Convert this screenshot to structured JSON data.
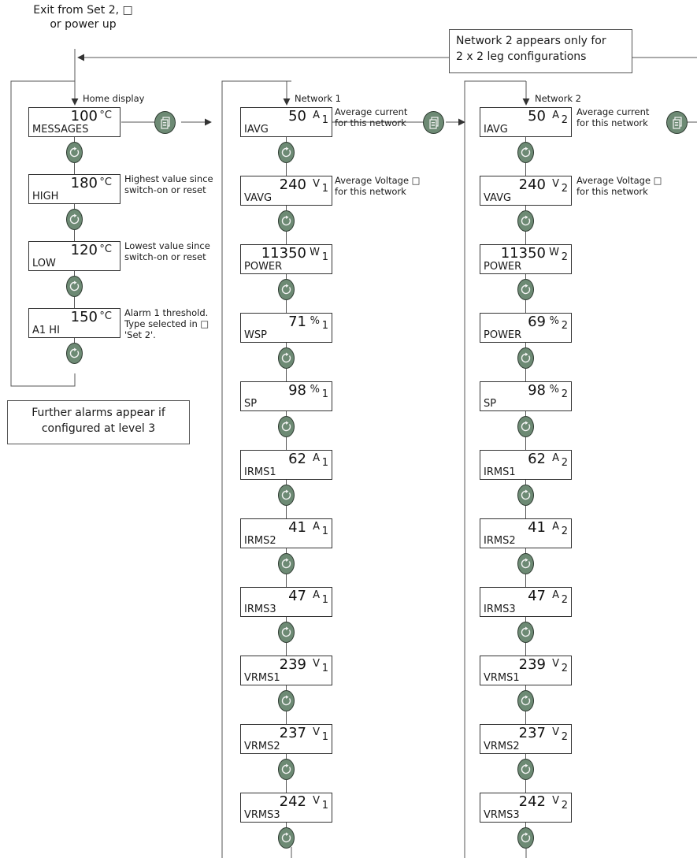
{
  "entry_note": [
    "Exit from Set 2, □",
    "or power up"
  ],
  "network2_note": [
    "Network 2 appears only for",
    "2 x 2 leg configurations"
  ],
  "alarms_note": [
    "Further alarms appear if",
    "configured at level 3"
  ],
  "columns": [
    {
      "header": "Home display",
      "displays": [
        {
          "value": "100",
          "unit": "°C",
          "sub": "",
          "name": "MESSAGES"
        },
        {
          "value": "180",
          "unit": "°C",
          "sub": "",
          "name": "HIGH"
        },
        {
          "value": "120",
          "unit": "°C",
          "sub": "",
          "name": "LOW"
        },
        {
          "value": "150",
          "unit": "°C",
          "sub": "",
          "name": "A1 HI"
        }
      ],
      "descriptions": [
        [],
        [
          "Highest value since",
          "switch-on or reset"
        ],
        [
          "Lowest value since",
          "switch-on or reset"
        ],
        [
          "Alarm 1 threshold.",
          "Type selected in □",
          "'Set 2'."
        ]
      ]
    },
    {
      "header": "Network 1",
      "displays": [
        {
          "value": "50",
          "unit": "A",
          "sub": "1",
          "name": "IAVG"
        },
        {
          "value": "240",
          "unit": "V",
          "sub": "1",
          "name": "VAVG"
        },
        {
          "value": "11350",
          "unit": "W",
          "sub": "1",
          "name": "POWER"
        },
        {
          "value": "71",
          "unit": "%",
          "sub": "1",
          "name": "WSP"
        },
        {
          "value": "98",
          "unit": "%",
          "sub": "1",
          "name": "SP"
        },
        {
          "value": "62",
          "unit": "A",
          "sub": "1",
          "name": "IRMS1"
        },
        {
          "value": "41",
          "unit": "A",
          "sub": "1",
          "name": "IRMS2"
        },
        {
          "value": "47",
          "unit": "A",
          "sub": "1",
          "name": "IRMS3"
        },
        {
          "value": "239",
          "unit": "V",
          "sub": "1",
          "name": "VRMS1"
        },
        {
          "value": "237",
          "unit": "V",
          "sub": "1",
          "name": "VRMS2"
        },
        {
          "value": "242",
          "unit": "V",
          "sub": "1",
          "name": "VRMS3"
        }
      ],
      "descriptions": [
        [
          "Average current",
          "for this network"
        ],
        [
          "Average Voltage □",
          "for this network"
        ]
      ]
    },
    {
      "header": "Network 2",
      "displays": [
        {
          "value": "50",
          "unit": "A",
          "sub": "2",
          "name": "IAVG"
        },
        {
          "value": "240",
          "unit": "V",
          "sub": "2",
          "name": "VAVG"
        },
        {
          "value": "11350",
          "unit": "W",
          "sub": "2",
          "name": "POWER"
        },
        {
          "value": "69",
          "unit": "%",
          "sub": "2",
          "name": "POWER"
        },
        {
          "value": "98",
          "unit": "%",
          "sub": "2",
          "name": "SP"
        },
        {
          "value": "62",
          "unit": "A",
          "sub": "2",
          "name": "IRMS1"
        },
        {
          "value": "41",
          "unit": "A",
          "sub": "2",
          "name": "IRMS2"
        },
        {
          "value": "47",
          "unit": "A",
          "sub": "2",
          "name": "IRMS3"
        },
        {
          "value": "239",
          "unit": "V",
          "sub": "2",
          "name": "VRMS1"
        },
        {
          "value": "237",
          "unit": "V",
          "sub": "2",
          "name": "VRMS2"
        },
        {
          "value": "242",
          "unit": "V",
          "sub": "2",
          "name": "VRMS3"
        }
      ],
      "descriptions": [
        [
          "Average current",
          "for this network"
        ],
        [
          "Average Voltage □",
          "for this network"
        ]
      ]
    }
  ],
  "colors": {
    "button_fill": "#6d8a74",
    "line": "#444444"
  },
  "icons": {
    "scroll": "scroll-icon",
    "page": "page-icon"
  }
}
